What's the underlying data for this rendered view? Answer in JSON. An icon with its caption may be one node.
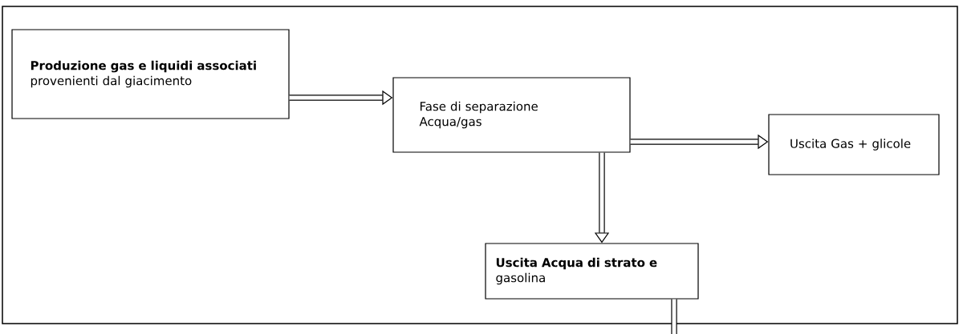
{
  "diagram": {
    "nodes": [
      {
        "text": [
          "**Produzione gas e liquidi associati** provenienti dal giacimento"
        ]
      },
      {
        "text": [
          "Fase di separazione Acqua/gas"
        ]
      },
      {
        "text": [
          "Uscita Gas + glicole"
        ]
      },
      {
        "text": [
          "**Uscita Acqua di strato e** gasolina"
        ]
      }
    ],
    "edges": [
      {
        "from": 0,
        "to": 1,
        "arrow": "to"
      },
      {
        "from": 1,
        "to": 2,
        "arrow": "to"
      },
      {
        "from": 1,
        "to": 3,
        "arrow": "to"
      },
      {
        "from": 3,
        "to": null,
        "arrow": "none"
      }
    ]
  }
}
